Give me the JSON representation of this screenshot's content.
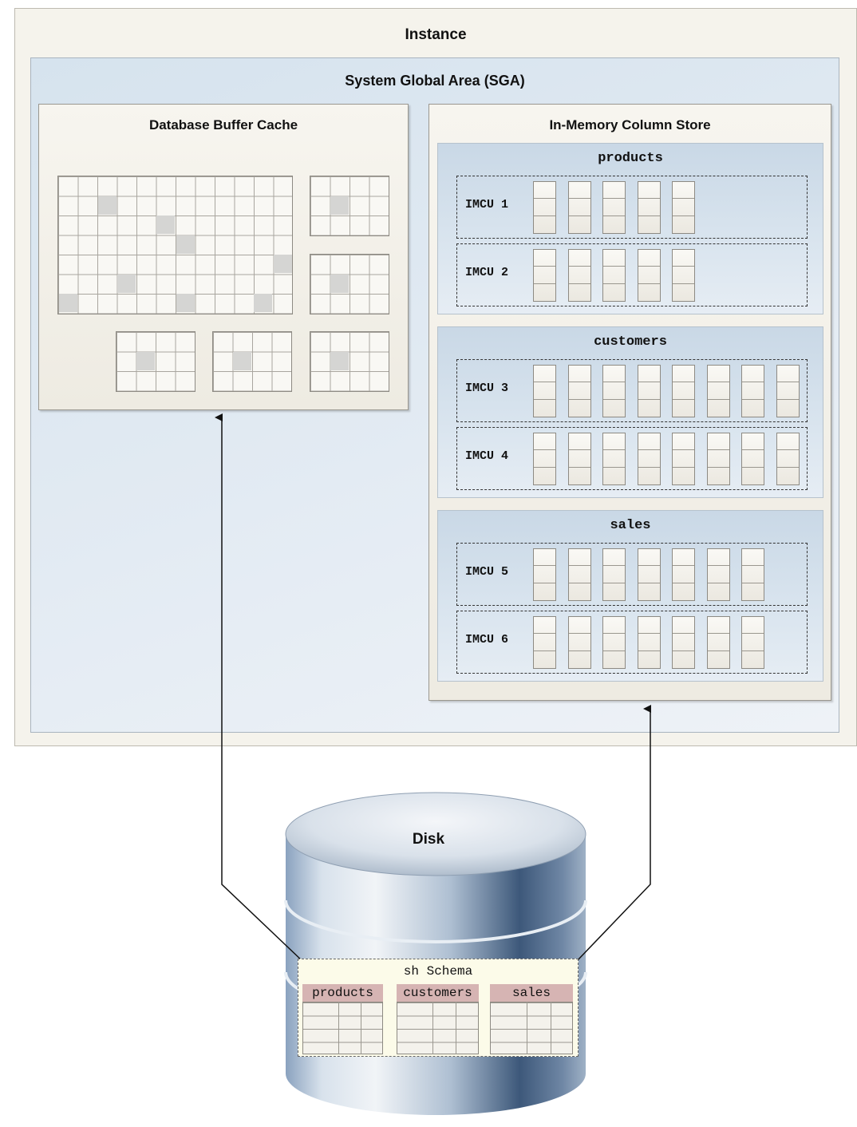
{
  "instance": {
    "title": "Instance"
  },
  "sga": {
    "title": "System Global Area (SGA)"
  },
  "buffer_cache": {
    "title": "Database Buffer Cache"
  },
  "column_store": {
    "title": "In-Memory Column Store",
    "segments": [
      {
        "name": "products",
        "imcus": [
          {
            "label": "IMCU 1",
            "columns": 5
          },
          {
            "label": "IMCU 2",
            "columns": 5
          }
        ]
      },
      {
        "name": "customers",
        "imcus": [
          {
            "label": "IMCU 3",
            "columns": 8
          },
          {
            "label": "IMCU 4",
            "columns": 8
          }
        ]
      },
      {
        "name": "sales",
        "imcus": [
          {
            "label": "IMCU 5",
            "columns": 7
          },
          {
            "label": "IMCU 6",
            "columns": 7
          }
        ]
      }
    ]
  },
  "disk": {
    "title": "Disk",
    "schema_title": "sh Schema",
    "tables": [
      "products",
      "customers",
      "sales"
    ]
  },
  "colors": {
    "instance_bg": "#f5f3ec",
    "sga_bg": "#dde7f0",
    "table_header": "#d6b4b3",
    "disk_blue": "#3e5a7c"
  }
}
